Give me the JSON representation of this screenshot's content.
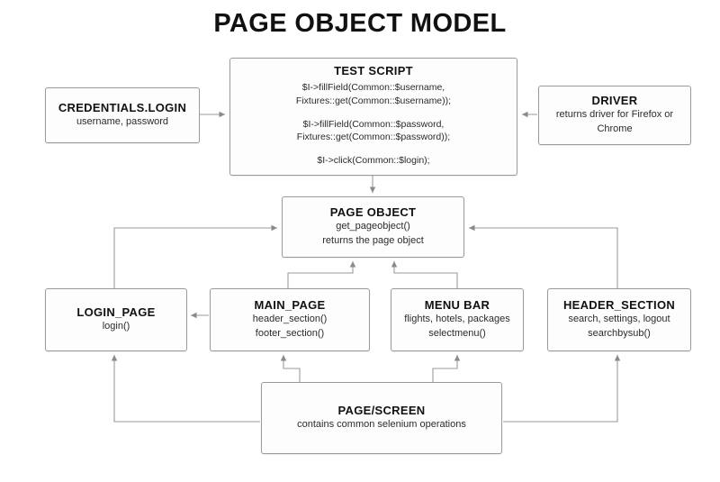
{
  "diagram": {
    "title": "PAGE OBJECT MODEL",
    "type": "flowchart",
    "nodes": [
      {
        "id": "credentials",
        "header": "CREDENTIALS.LOGIN",
        "lines": [
          "username, password"
        ]
      },
      {
        "id": "testscript",
        "header": "TEST SCRIPT",
        "lines": [
          "$I->fillField(Common::$username,",
          "Fixtures::get(Common::$username));",
          "",
          "$I->fillField(Common::$password,",
          "Fixtures::get(Common::$password));",
          "",
          "$I->click(Common::$login);"
        ]
      },
      {
        "id": "driver",
        "header": "DRIVER",
        "lines": [
          "returns driver for Firefox or",
          "Chrome"
        ]
      },
      {
        "id": "pageobject",
        "header": "PAGE OBJECT",
        "lines": [
          "get_pageobject()",
          "returns the page object"
        ]
      },
      {
        "id": "loginpage",
        "header": "LOGIN_PAGE",
        "lines": [
          "login()"
        ]
      },
      {
        "id": "mainpage",
        "header": "MAIN_PAGE",
        "lines": [
          "header_section()",
          "footer_section()"
        ]
      },
      {
        "id": "menubar",
        "header": "MENU BAR",
        "lines": [
          "flights, hotels, packages",
          "selectmenu()"
        ]
      },
      {
        "id": "headersection",
        "header": "HEADER_SECTION",
        "lines": [
          "search, settings, logout",
          "searchbysub()"
        ]
      },
      {
        "id": "pagescreen",
        "header": "PAGE/SCREEN",
        "lines": [
          "contains common selenium operations"
        ]
      }
    ],
    "edges": [
      {
        "from": "credentials",
        "to": "testscript",
        "direction": "right"
      },
      {
        "from": "driver",
        "to": "testscript",
        "direction": "left"
      },
      {
        "from": "testscript",
        "to": "pageobject",
        "direction": "down"
      },
      {
        "from": "loginpage",
        "to": "pageobject",
        "direction": "up-right"
      },
      {
        "from": "mainpage",
        "to": "pageobject",
        "direction": "up"
      },
      {
        "from": "menubar",
        "to": "pageobject",
        "direction": "up"
      },
      {
        "from": "headersection",
        "to": "pageobject",
        "direction": "up-left"
      },
      {
        "from": "mainpage",
        "to": "loginpage",
        "direction": "left"
      },
      {
        "from": "pagescreen",
        "to": "loginpage",
        "direction": "up-left"
      },
      {
        "from": "pagescreen",
        "to": "mainpage",
        "direction": "up"
      },
      {
        "from": "pagescreen",
        "to": "menubar",
        "direction": "up"
      },
      {
        "from": "pagescreen",
        "to": "headersection",
        "direction": "up-right"
      }
    ],
    "colors": {
      "background": "#ffffff",
      "node_fill": "#fdfdfd",
      "node_border": "#9a9a9a",
      "edge": "#9a9a9a",
      "text": "#1a1a1a"
    }
  }
}
